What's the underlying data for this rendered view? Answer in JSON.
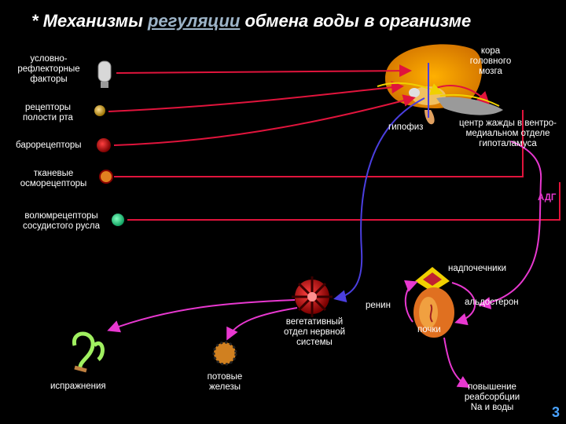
{
  "title": {
    "star": "* ",
    "part1": "Механизмы ",
    "part2": "регуляции",
    "part3": " обмена воды в организме"
  },
  "labels": {
    "conditioned": "условно-рефлекторные факторы",
    "mouth": "рецепторы полости рта",
    "baro": "барорецепторы",
    "osmo": "тканевые осморецепторы",
    "volume": "волюмрецепторы сосудистого русла",
    "cortex": "кора головного мозга",
    "pituitary": "гипофиз",
    "thirst": "центр жажды в вентро-медиальном отделе гипоталамуса",
    "adh": "АДГ",
    "adrenal": "надпочечники",
    "renin": "ренин",
    "aldosterone": "альдостерон",
    "kidney": "почки",
    "ans": "вегетативный отдел нервной системы",
    "excretion": "испражнения",
    "sweat": "потовые железы",
    "reabsorption": "повышение реабсорбции Na и воды"
  },
  "page_number": "3",
  "colors": {
    "red_arrow": "#e0143c",
    "yellow_arrow": "#f0d000",
    "blue_arrow": "#4b3fe0",
    "pink_arrow": "#e838d0",
    "adh": "#e838d0"
  }
}
